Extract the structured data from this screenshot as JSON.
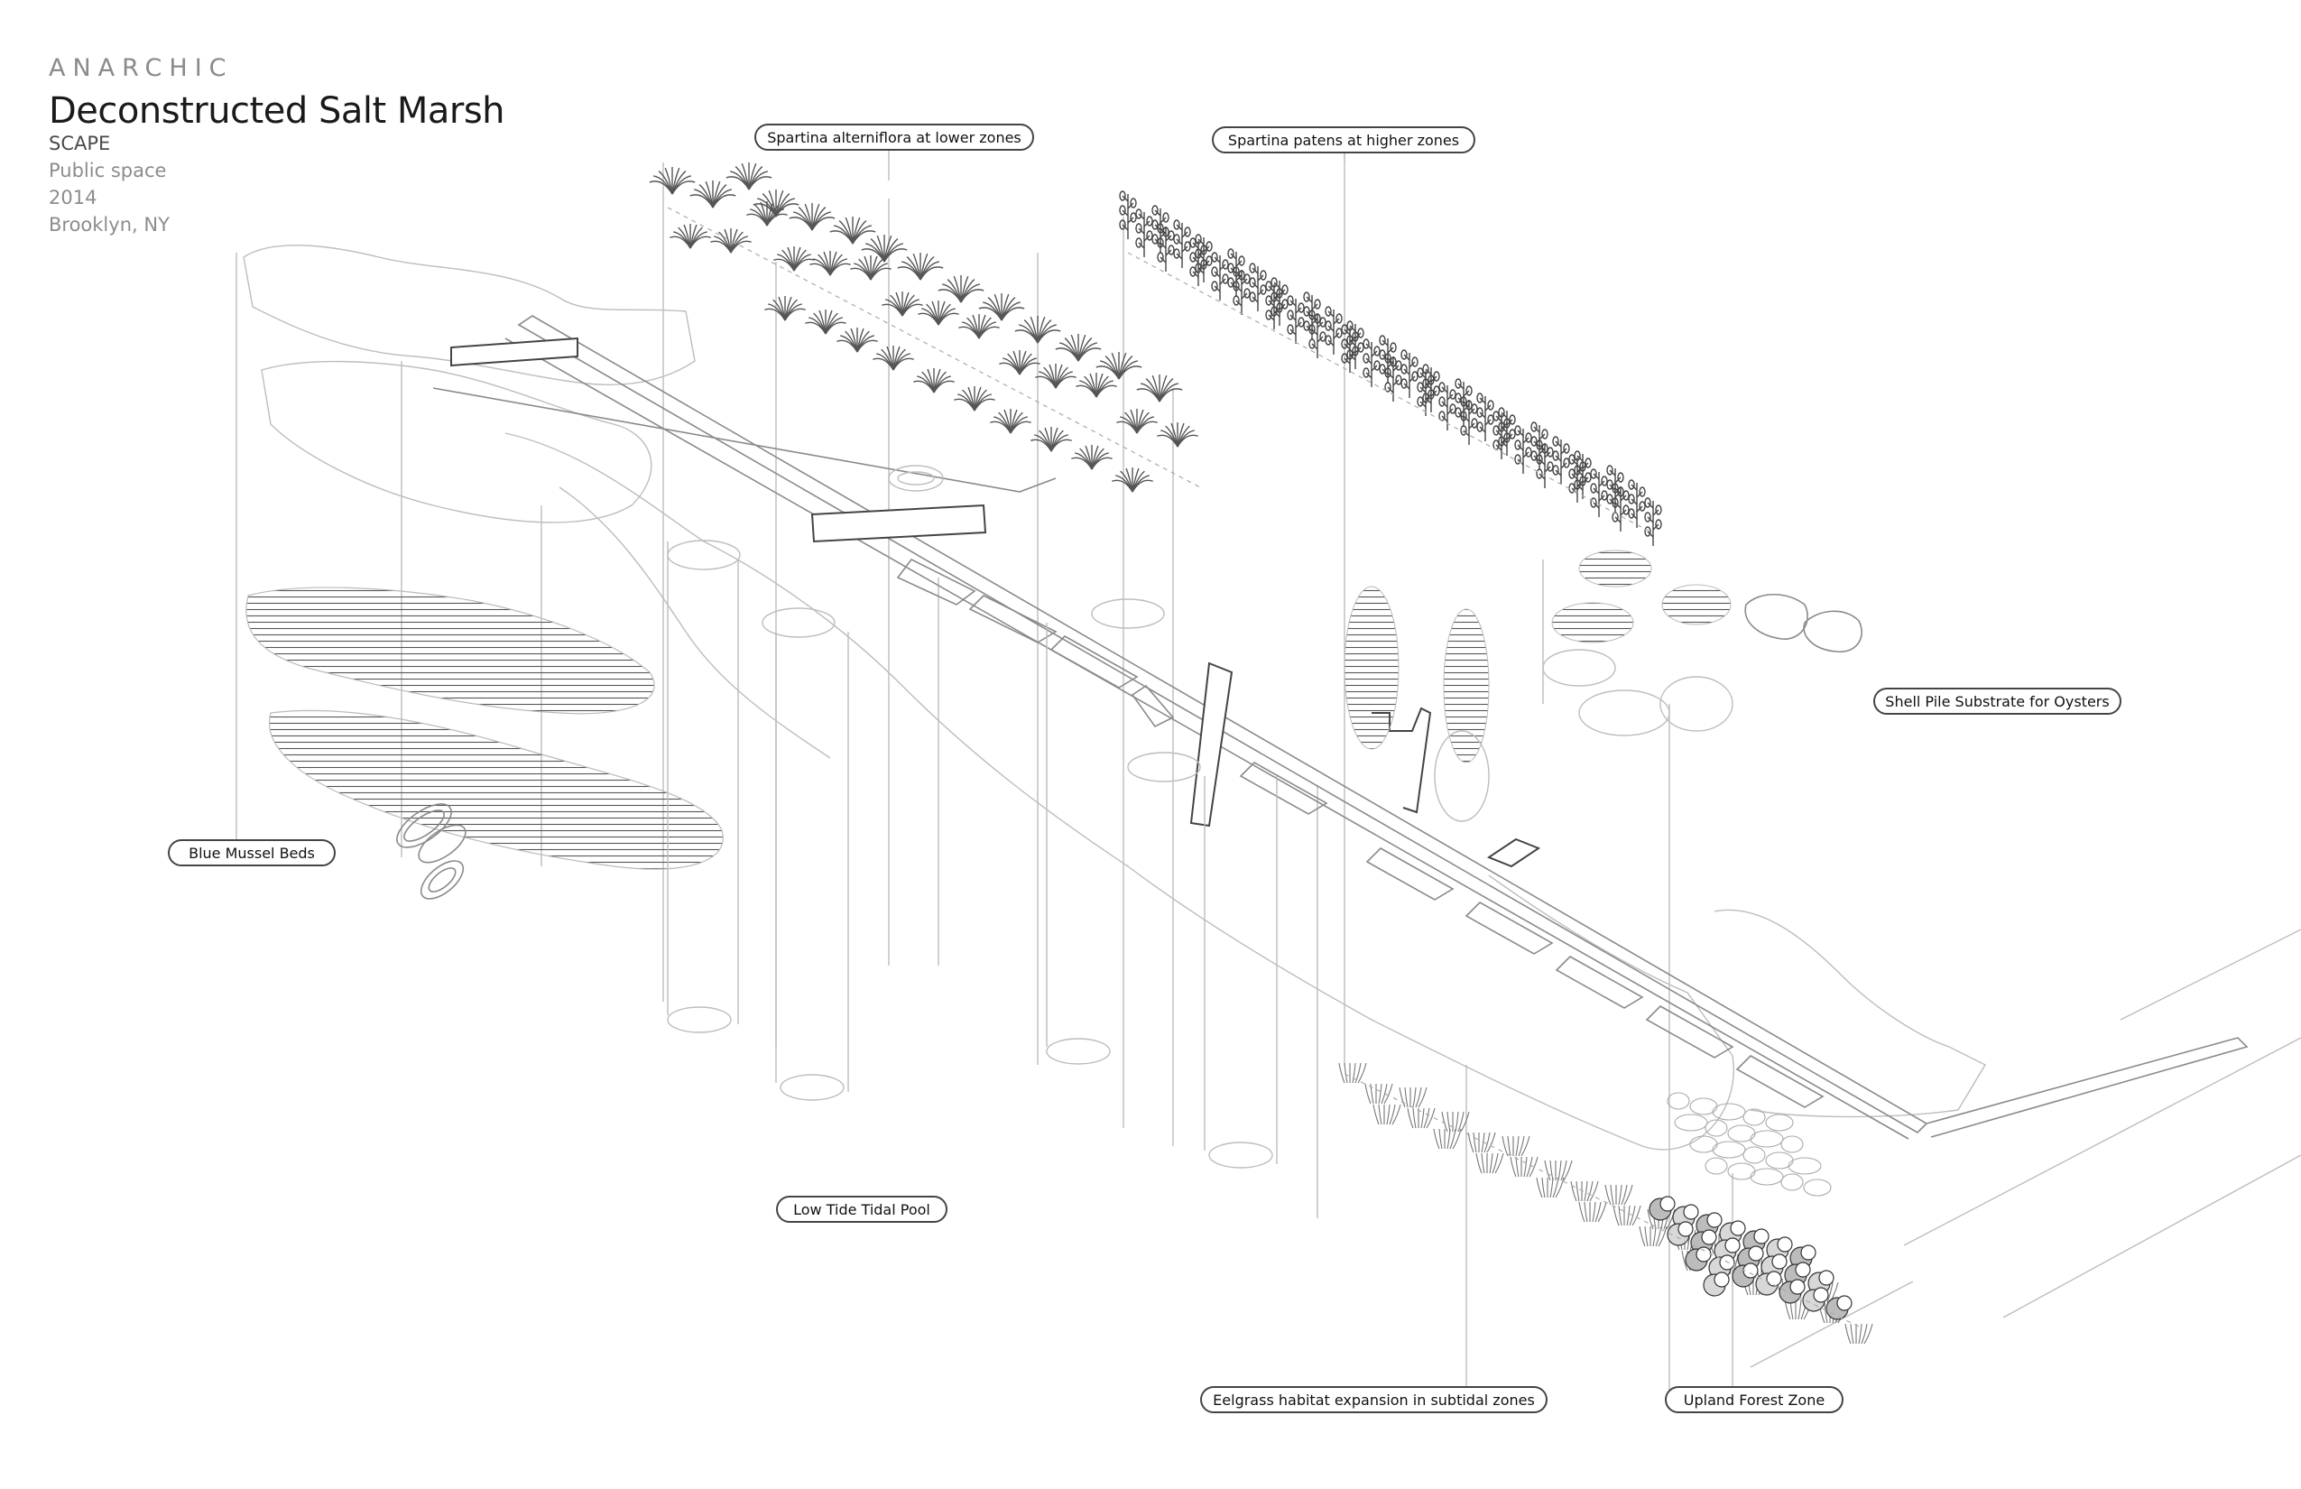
{
  "header": {
    "kicker": "ANARCHIC",
    "title": "Deconstructed Salt Marsh",
    "firm": "SCAPE",
    "category": "Public space",
    "year": "2014",
    "location": "Brooklyn, NY"
  },
  "labels": {
    "spartina_alterniflora": "Spartina alterniflora at lower zones",
    "spartina_patens": "Spartina patens at higher zones",
    "shell_pile": "Shell Pile Substrate for Oysters",
    "blue_mussel": "Blue Mussel Beds",
    "tidal_pool": "Low Tide Tidal Pool",
    "eelgrass": "Eelgrass habitat expansion in subtidal zones",
    "upland_forest": "Upland Forest Zone"
  },
  "colors": {
    "line": "#bdbdbd",
    "ink": "#444444",
    "background": "#ffffff"
  }
}
